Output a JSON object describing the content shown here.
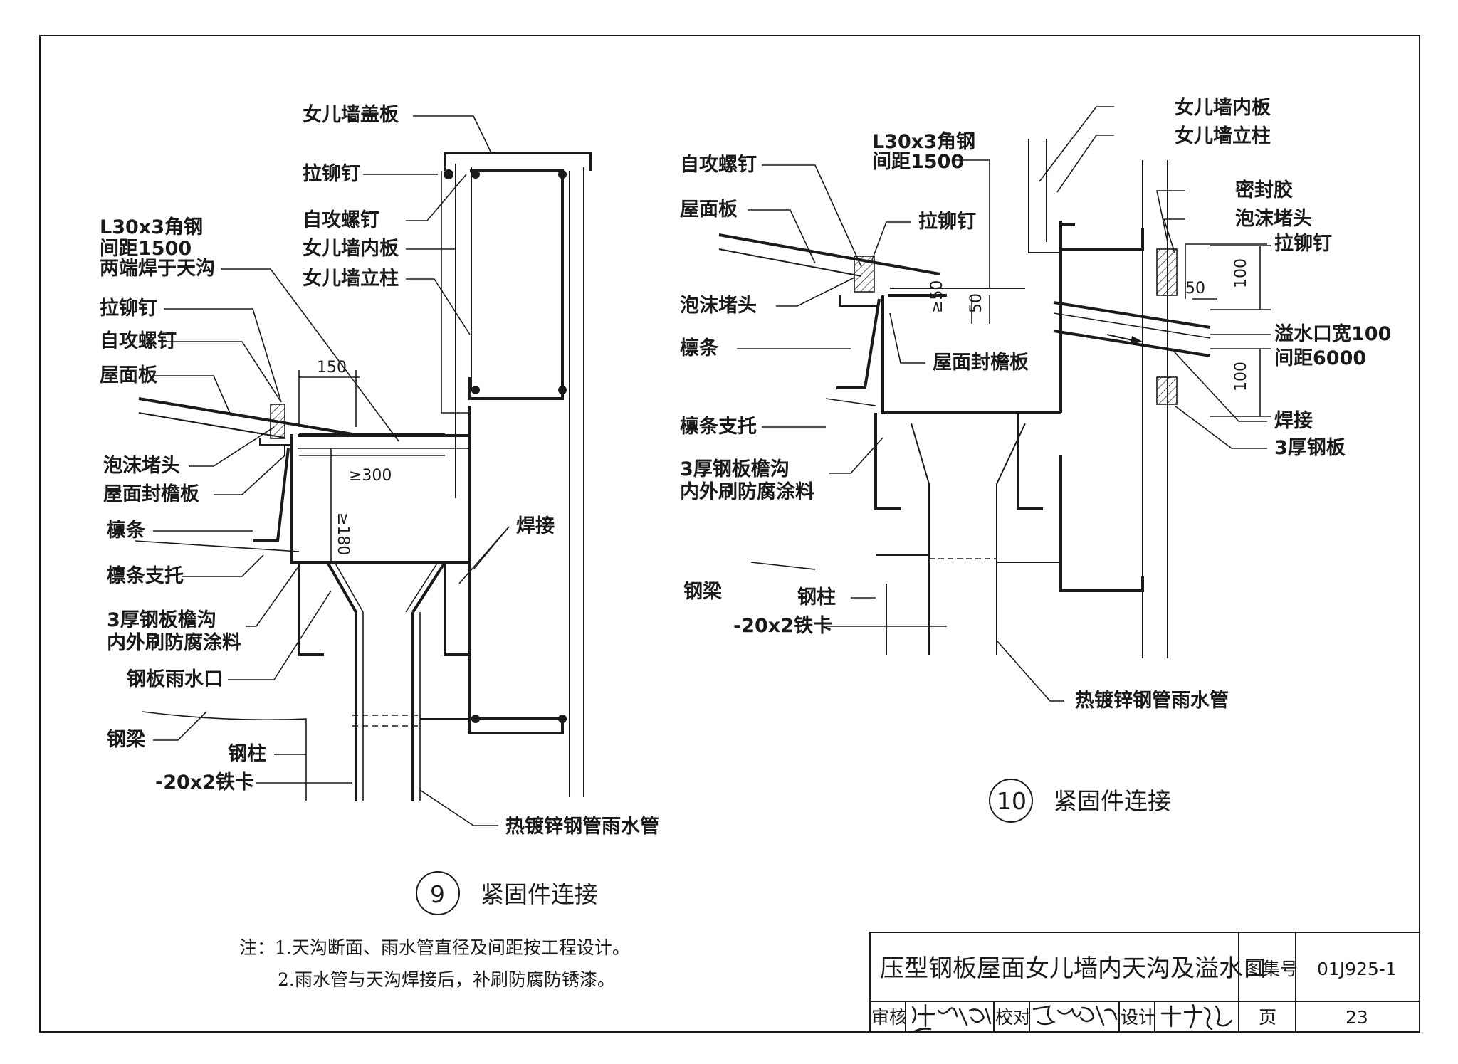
{
  "detail9": {
    "labels": {
      "parapet_cap": "女儿墙盖板",
      "blind_rivet_top": "拉铆钉",
      "self_tap_top": "自攻螺钉",
      "parapet_inner": "女儿墙内板",
      "parapet_post": "女儿墙立柱",
      "angle_line1": "L30x3角钢",
      "angle_line2": "间距1500",
      "angle_line3": "两端焊于天沟",
      "blind_rivet": "拉铆钉",
      "self_tap": "自攻螺钉",
      "roof_panel": "屋面板",
      "foam_plug": "泡沫堵头",
      "eave_board": "屋面封檐板",
      "purlin": "檩条",
      "purlin_support": "檩条支托",
      "gutter_line1": "3厚钢板檐沟",
      "gutter_line2": "内外刷防腐涂料",
      "outlet": "钢板雨水口",
      "weld": "焊接",
      "beam": "钢梁",
      "column": "钢柱",
      "clamp": "-20x2铁卡",
      "downpipe": "热镀锌钢管雨水管"
    },
    "dims": {
      "d150": "150",
      "d300": "≥300",
      "d180": "≥180"
    },
    "number": "9",
    "title": "紧固件连接"
  },
  "detail10": {
    "labels": {
      "parapet_inner": "女儿墙内板",
      "parapet_post": "女儿墙立柱",
      "angle_line1": "L30x3角钢",
      "angle_line2": "间距1500",
      "self_tap": "自攻螺钉",
      "roof_panel": "屋面板",
      "blind_rivet": "拉铆钉",
      "foam_plug": "泡沫堵头",
      "eave_board": "屋面封檐板",
      "purlin": "檩条",
      "purlin_support": "檩条支托",
      "gutter_line1": "3厚钢板檐沟",
      "gutter_line2": "内外刷防腐涂料",
      "sealant": "密封胶",
      "foam_plug_r": "泡沫堵头",
      "blind_rivet_r": "拉铆钉",
      "overflow_line1": "溢水口宽100",
      "overflow_line2": "间距6000",
      "weld": "焊接",
      "steel_plate": "3厚钢板",
      "beam": "钢梁",
      "column": "钢柱",
      "clamp": "-20x2铁卡",
      "downpipe": "热镀锌钢管雨水管"
    },
    "dims": {
      "d50a": "≥50",
      "d50b": "50",
      "d50c": "50",
      "d100a": "100",
      "d100b": "100"
    },
    "number": "10",
    "title": "紧固件连接"
  },
  "notes": {
    "line1": "注：1.天沟断面、雨水管直径及间距按工程设计。",
    "line2": "2.雨水管与天沟焊接后，补刷防腐防锈漆。"
  },
  "title_block": {
    "title": "压型钢板屋面女儿墙内天沟及溢水口",
    "atlas_label": "图集号",
    "atlas_no": "01J925-1",
    "review_label": "审核",
    "check_label": "校对",
    "design_label": "设计",
    "page_label": "页",
    "page_no": "23"
  }
}
